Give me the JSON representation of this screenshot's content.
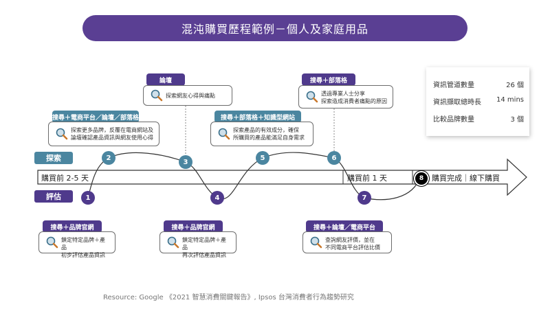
{
  "title": "混沌購買歷程範例－個人及家庭用品",
  "lanes": {
    "explore": "探索",
    "evaluate": "評估"
  },
  "axis": {
    "start_label": "購買前 2-5 天",
    "mid_label": "購買前 1 天",
    "end_label": "購買完成｜線下購買"
  },
  "nodes": [
    {
      "id": "1",
      "lane": "evaluate"
    },
    {
      "id": "2",
      "lane": "explore"
    },
    {
      "id": "3",
      "lane": "explore"
    },
    {
      "id": "4",
      "lane": "evaluate"
    },
    {
      "id": "5",
      "lane": "explore"
    },
    {
      "id": "6",
      "lane": "explore"
    },
    {
      "id": "7",
      "lane": "evaluate"
    },
    {
      "id": "8",
      "lane": "axis"
    }
  ],
  "steps": {
    "s2": {
      "tag": "搜尋＋電商平台／論壇／部落格",
      "lines": [
        "探索更多品牌，反覆在電商網站及",
        "論壇確認產品資訊與網友使用心得"
      ]
    },
    "s3": {
      "tag": "論壇",
      "lines": [
        "探索網友心得與痛點"
      ]
    },
    "s5": {
      "tag": "搜尋＋部落格＋知識型網站",
      "lines": [
        "探索產品的有效成分，確保",
        "所購買的產品能滿足自身需求"
      ]
    },
    "s6": {
      "tag": "搜尋＋部落格",
      "lines": [
        "透過專業人士分享",
        "探索造成消費者痛點的原因"
      ]
    },
    "s1": {
      "tag": "搜尋＋品牌官網",
      "lines": [
        "鎖定特定品牌＋產品",
        "初步評估產品資訊"
      ]
    },
    "s4": {
      "tag": "搜尋＋品牌官網",
      "lines": [
        "鎖定特定品牌＋產品",
        "再次評估產品資訊"
      ]
    },
    "s7": {
      "tag": "搜尋＋論壇／電商平台",
      "lines": [
        "查詢網友評價，並在",
        "不同電商平台評估比價"
      ]
    }
  },
  "stats": [
    {
      "label": "資訊管道數量",
      "value": "26 個"
    },
    {
      "label": "資訊擷取總時長",
      "value": "14 mins"
    },
    {
      "label": "比較品牌數量",
      "value": "3 個"
    }
  ],
  "source": "Resource: Google 《2021 智慧消費關鍵報告》, Ipsos 台灣消費者行為趨勢研究",
  "colors": {
    "title_bg": "#5a3f93",
    "explore": "#4b86a0",
    "evaluate": "#4f3a8c"
  }
}
